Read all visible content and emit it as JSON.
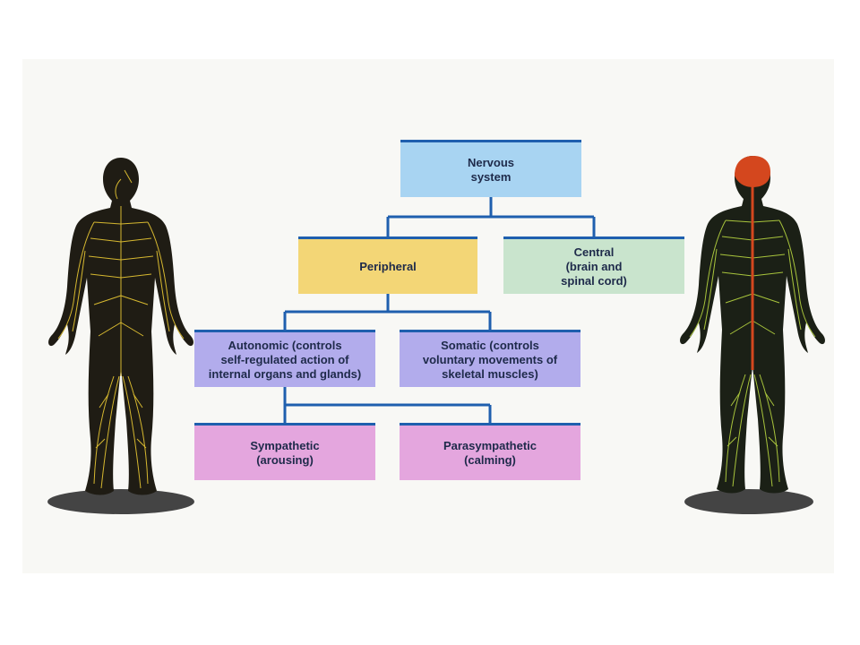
{
  "diagram": {
    "nodes": [
      {
        "id": "nervous",
        "label": "Nervous\nsystem",
        "color": "#a8d4f2"
      },
      {
        "id": "peripheral",
        "label": "Peripheral",
        "color": "#f3d676"
      },
      {
        "id": "central",
        "label": "Central\n(brain and\nspinal cord)",
        "color": "#c9e4cd"
      },
      {
        "id": "autonomic",
        "label": "Autonomic (controls\nself-regulated action of\ninternal organs and glands)",
        "color": "#b2acec"
      },
      {
        "id": "somatic",
        "label": "Somatic (controls\nvoluntary movements of\nskeletal muscles)",
        "color": "#b2acec"
      },
      {
        "id": "sympathetic",
        "label": "Sympathetic\n(arousing)",
        "color": "#e4a6de"
      },
      {
        "id": "parasympathetic",
        "label": "Parasympathetic\n(calming)",
        "color": "#e4a6de"
      }
    ],
    "edges": [
      {
        "from": "nervous",
        "to": "peripheral"
      },
      {
        "from": "nervous",
        "to": "central"
      },
      {
        "from": "peripheral",
        "to": "autonomic"
      },
      {
        "from": "peripheral",
        "to": "somatic"
      },
      {
        "from": "autonomic",
        "to": "sympathetic"
      },
      {
        "from": "autonomic",
        "to": "parasympathetic"
      }
    ],
    "connector_color": "#1f5fae"
  },
  "figures": {
    "left": {
      "body_color": "#1f1c14",
      "nerve_color": "#d6b830"
    },
    "right": {
      "body_color": "#1b2016",
      "nerve_color": "#a8c43c",
      "cns_color": "#d4471e"
    }
  }
}
